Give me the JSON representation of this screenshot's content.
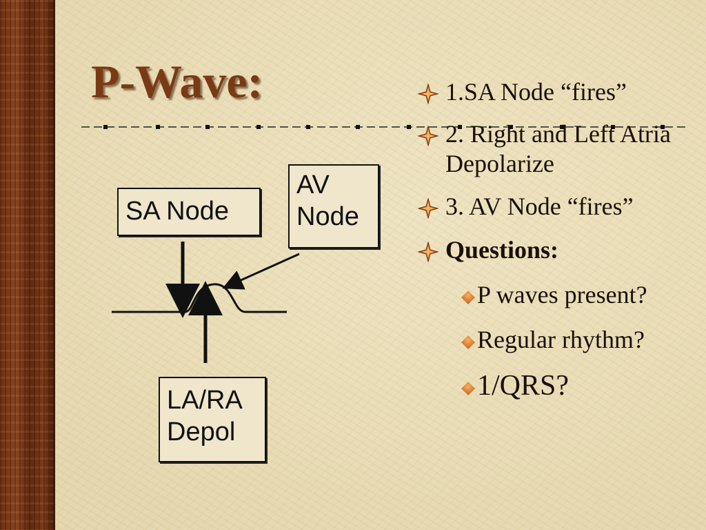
{
  "slide": {
    "title": "P-Wave:",
    "diagram": {
      "sa_node": "SA Node",
      "av_node": [
        "AV",
        "Node"
      ],
      "la_ra": [
        "LA/RA",
        "Depol"
      ]
    },
    "bullets": [
      {
        "level": 1,
        "text": "1.SA Node “fires”",
        "icon": "compass-star-icon"
      },
      {
        "level": 1,
        "text": "2. Right and Left Atria Depolarize",
        "icon": "compass-star-icon"
      },
      {
        "level": 1,
        "text": "3. AV Node “fires”",
        "icon": "compass-star-icon"
      },
      {
        "level": 1,
        "text": "Questions:",
        "icon": "compass-star-icon"
      },
      {
        "level": 2,
        "text": "P waves present?",
        "icon": "diamond-icon"
      },
      {
        "level": 2,
        "text": "Regular rhythm?",
        "icon": "diamond-icon"
      },
      {
        "level": 2,
        "text": "1/QRS?",
        "icon": "diamond-icon"
      }
    ]
  },
  "colors": {
    "title": "#7a3a16",
    "background": "#e8dcb6",
    "wood": "#6e2f12"
  }
}
